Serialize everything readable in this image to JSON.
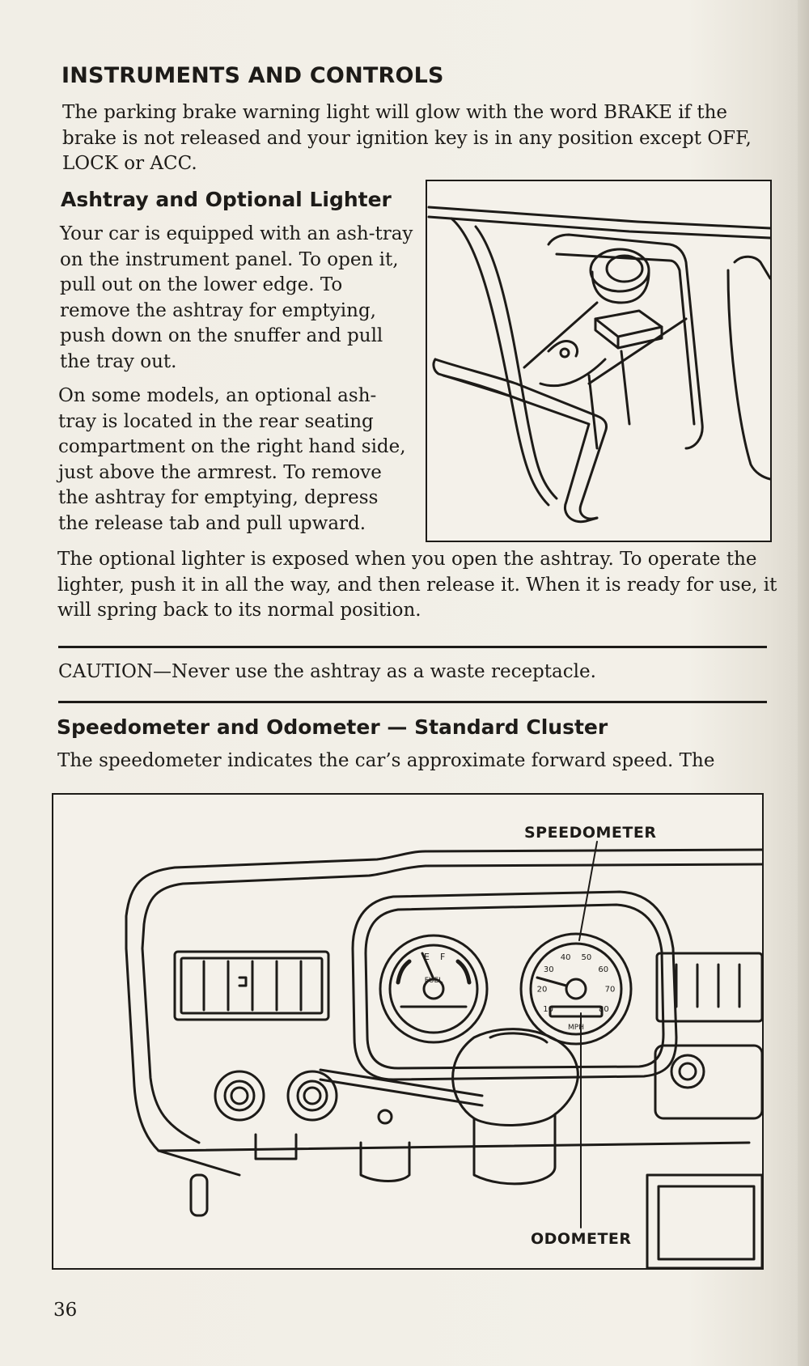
{
  "page": {
    "heading": "INSTRUMENTS AND CONTROLS",
    "intro": "The parking brake warning light will glow with the word BRAKE if the brake is not released and your ignition key is in any position except OFF, LOCK or ACC.",
    "page_number": "36"
  },
  "ashtray": {
    "heading": "Ashtray and Optional Lighter",
    "paragraph1": "Your car is equipped with an ash-tray on the instrument panel. To open it, pull out on the lower edge. To remove the ashtray for emptying, push down on the snuffer and pull the tray out.",
    "paragraph2": "On some models, an optional ash-tray is located in the rear seating compartment on the right hand side, just above the armrest. To remove the ashtray for emptying, depress the release tab and pull upward.",
    "lighter": "The optional lighter is exposed when you open the ashtray. To operate the lighter, push it in all the way, and then release it. When it is ready for use, it will spring back to its normal position."
  },
  "caution": "CAUTION—Never use the ashtray as a waste receptacle.",
  "speedometer": {
    "heading": "Speedometer and Odometer — Standard Cluster",
    "paragraph": "The speedometer indicates the car’s approximate forward speed. The"
  },
  "figure": {
    "callout_speedometer": "SPEEDOMETER",
    "callout_odometer": "ODOMETER",
    "gauge_fuel_label": "FUEL",
    "gauge_fuel_e": "E",
    "gauge_fuel_f": "F",
    "gauge_mph_label": "MPH",
    "speed_ticks": [
      "10",
      "20",
      "30",
      "40",
      "50",
      "60",
      "70",
      "80"
    ]
  }
}
